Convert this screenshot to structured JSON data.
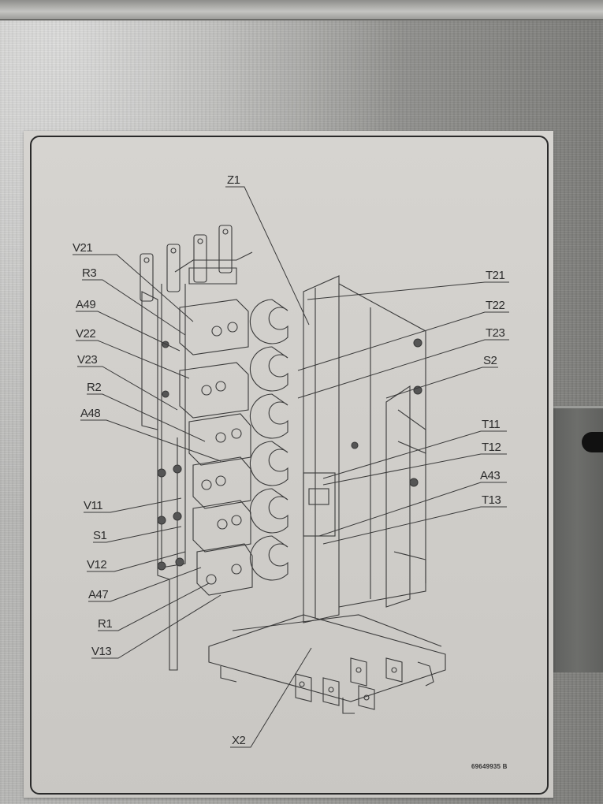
{
  "scene": {
    "description": "Photo of a parts-location diagram label on galvanized steel panel",
    "colors": {
      "label_background": "#d3d1cd",
      "label_border": "#2a2a2a",
      "line_ink": "#3a3a3a",
      "metal": "#a5a5a2",
      "slot": "#111111"
    }
  },
  "diagram": {
    "left_callouts": [
      {
        "id": "V21",
        "label": "V21"
      },
      {
        "id": "R3",
        "label": "R3"
      },
      {
        "id": "A49",
        "label": "A49"
      },
      {
        "id": "V22",
        "label": "V22"
      },
      {
        "id": "V23",
        "label": "V23"
      },
      {
        "id": "R2",
        "label": "R2"
      },
      {
        "id": "A48",
        "label": "A48"
      },
      {
        "id": "V11",
        "label": "V11"
      },
      {
        "id": "S1",
        "label": "S1"
      },
      {
        "id": "V12",
        "label": "V12"
      },
      {
        "id": "A47",
        "label": "A47"
      },
      {
        "id": "R1",
        "label": "R1"
      },
      {
        "id": "V13",
        "label": "V13"
      }
    ],
    "right_callouts": [
      {
        "id": "T21",
        "label": "T21"
      },
      {
        "id": "T22",
        "label": "T22"
      },
      {
        "id": "T23",
        "label": "T23"
      },
      {
        "id": "S2",
        "label": "S2"
      },
      {
        "id": "T11",
        "label": "T11"
      },
      {
        "id": "T12",
        "label": "T12"
      },
      {
        "id": "A43",
        "label": "A43"
      },
      {
        "id": "T13",
        "label": "T13"
      }
    ],
    "top_callouts": [
      {
        "id": "Z1",
        "label": "Z1"
      }
    ],
    "bottom_callouts": [
      {
        "id": "X2",
        "label": "X2"
      }
    ],
    "document_number": "69649935 B"
  }
}
